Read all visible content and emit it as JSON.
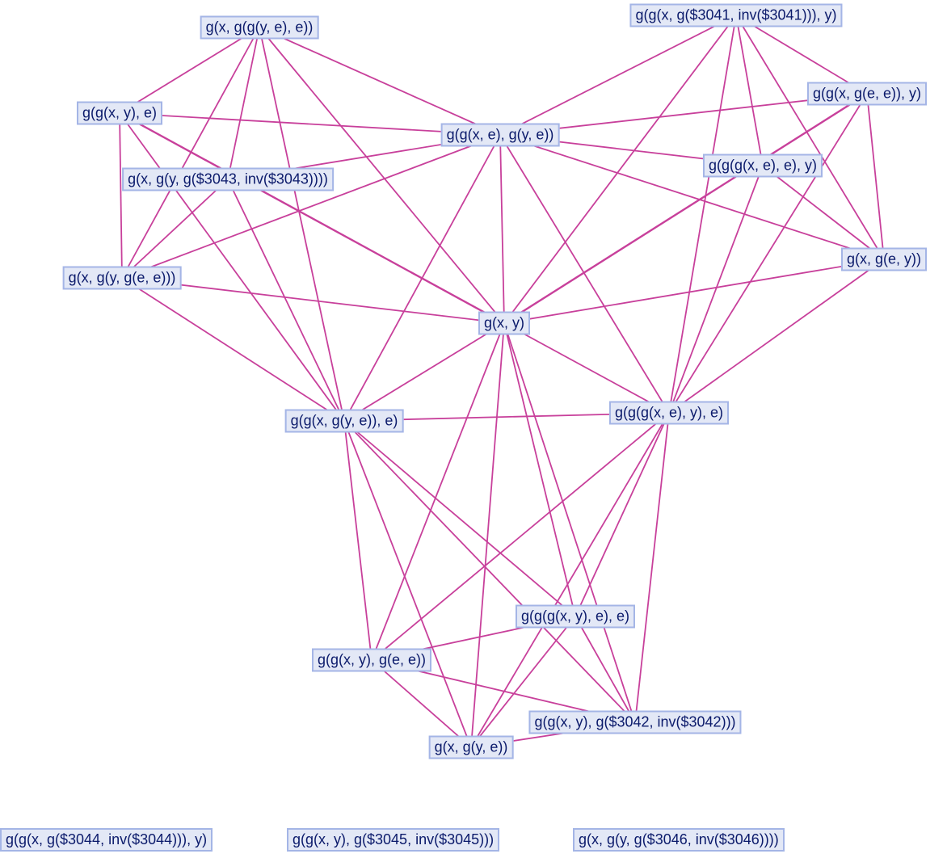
{
  "graph": {
    "edge_color": "#c8409b",
    "node_fill": "#e3e8f6",
    "node_border": "#a4b5e6",
    "nodes": [
      {
        "id": "A",
        "label": "g(x, g(g(y, e), e))"
      },
      {
        "id": "B",
        "label": "g(g(x, g($3041, inv($3041))), y)"
      },
      {
        "id": "C",
        "label": "g(g(x, y), e)"
      },
      {
        "id": "D",
        "label": "g(g(x, e), g(y, e))"
      },
      {
        "id": "E",
        "label": "g(g(x, g(e, e)), y)"
      },
      {
        "id": "F",
        "label": "g(x, g(y, g($3043, inv($3043))))"
      },
      {
        "id": "G",
        "label": "g(g(g(x, e), e), y)"
      },
      {
        "id": "H",
        "label": "g(x, g(y, g(e, e)))"
      },
      {
        "id": "I",
        "label": "g(x, g(e, y))"
      },
      {
        "id": "J",
        "label": "g(x, y)"
      },
      {
        "id": "K",
        "label": "g(g(x, g(y, e)), e)"
      },
      {
        "id": "L",
        "label": "g(g(g(x, e), y), e)"
      },
      {
        "id": "M",
        "label": "g(g(g(x, y), e), e)"
      },
      {
        "id": "N",
        "label": "g(g(x, y), g(e, e))"
      },
      {
        "id": "O",
        "label": "g(g(x, y), g($3042, inv($3042)))"
      },
      {
        "id": "P",
        "label": "g(x, g(y, e))"
      },
      {
        "id": "Q",
        "label": "g(g(x, g($3044, inv($3044))), y)"
      },
      {
        "id": "R",
        "label": "g(g(x, y), g($3045, inv($3045)))"
      },
      {
        "id": "S",
        "label": "g(x, g(y, g($3046, inv($3046))))"
      }
    ],
    "edges": [
      [
        "A",
        "C"
      ],
      [
        "A",
        "D"
      ],
      [
        "A",
        "F"
      ],
      [
        "A",
        "H"
      ],
      [
        "A",
        "K"
      ],
      [
        "A",
        "J"
      ],
      [
        "B",
        "D"
      ],
      [
        "B",
        "J"
      ],
      [
        "B",
        "E"
      ],
      [
        "B",
        "G"
      ],
      [
        "B",
        "I"
      ],
      [
        "B",
        "L"
      ],
      [
        "C",
        "D"
      ],
      [
        "C",
        "H"
      ],
      [
        "C",
        "J"
      ],
      [
        "C",
        "K"
      ],
      [
        "D",
        "F"
      ],
      [
        "D",
        "H"
      ],
      [
        "D",
        "J"
      ],
      [
        "D",
        "G"
      ],
      [
        "D",
        "I"
      ],
      [
        "D",
        "E"
      ],
      [
        "D",
        "K"
      ],
      [
        "D",
        "L"
      ],
      [
        "E",
        "J"
      ],
      [
        "E",
        "I"
      ],
      [
        "E",
        "L"
      ],
      [
        "F",
        "H"
      ],
      [
        "F",
        "K"
      ],
      [
        "G",
        "I"
      ],
      [
        "G",
        "L"
      ],
      [
        "H",
        "J"
      ],
      [
        "H",
        "K"
      ],
      [
        "I",
        "J"
      ],
      [
        "I",
        "L"
      ],
      [
        "J",
        "K"
      ],
      [
        "J",
        "L"
      ],
      [
        "J",
        "N"
      ],
      [
        "J",
        "P"
      ],
      [
        "J",
        "M"
      ],
      [
        "J",
        "O"
      ],
      [
        "K",
        "L"
      ],
      [
        "K",
        "N"
      ],
      [
        "K",
        "P"
      ],
      [
        "K",
        "M"
      ],
      [
        "K",
        "O"
      ],
      [
        "L",
        "N"
      ],
      [
        "L",
        "P"
      ],
      [
        "L",
        "M"
      ],
      [
        "L",
        "O"
      ],
      [
        "M",
        "N"
      ],
      [
        "M",
        "P"
      ],
      [
        "M",
        "O"
      ],
      [
        "N",
        "P"
      ],
      [
        "N",
        "O"
      ],
      [
        "O",
        "P"
      ]
    ]
  }
}
